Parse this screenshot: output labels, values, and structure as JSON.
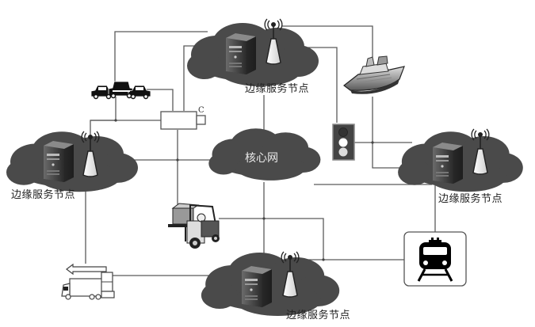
{
  "diagram": {
    "title": "",
    "nodes": {
      "edge_top": {
        "label": "边缘服务节点",
        "type": "edge-server-node"
      },
      "edge_left": {
        "label": "边缘服务节点",
        "type": "edge-server-node"
      },
      "edge_right": {
        "label": "边缘服务节点",
        "type": "edge-server-node"
      },
      "edge_bottom": {
        "label": "边缘服务节点",
        "type": "edge-server-node"
      },
      "core": {
        "label": "核心网",
        "type": "core-network"
      }
    },
    "devices": {
      "cars": {
        "name": "vehicles",
        "icon": "cars-icon"
      },
      "camera": {
        "name": "camera",
        "icon": "camera-icon",
        "label": "C"
      },
      "ship": {
        "name": "ship",
        "icon": "ship-icon"
      },
      "traffic_light": {
        "name": "traffic-light",
        "icon": "traffic-light-icon"
      },
      "forklift": {
        "name": "forklift",
        "icon": "forklift-icon"
      },
      "truck": {
        "name": "delivery-truck",
        "icon": "truck-icon"
      },
      "train": {
        "name": "train",
        "icon": "train-icon"
      }
    },
    "colors": {
      "cloud": "#4a4a4a",
      "line": "#555555",
      "server": "#333333",
      "tower": "#f4f4f4"
    }
  }
}
